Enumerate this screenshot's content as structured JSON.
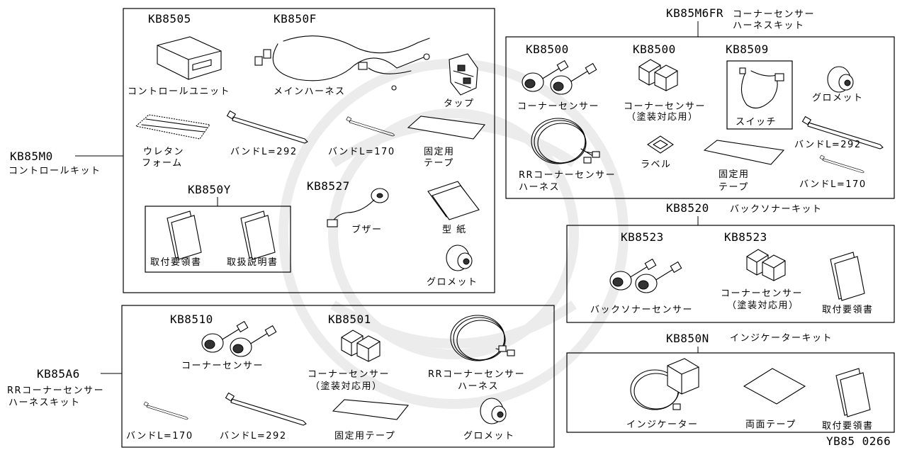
{
  "footer_code": "YB85 0266",
  "kits": {
    "control_kit": {
      "code": "KB85M0",
      "name": "コントロールキット",
      "parts": {
        "control_unit": {
          "code": "KB8505",
          "name": "コントロールユニット"
        },
        "main_harness": {
          "code": "KB850F",
          "name": "メインハーネス"
        },
        "tap": {
          "name": "タップ"
        },
        "urethane_line1": "ウレタン",
        "urethane_line2": "フォーム",
        "band_292": "バンドL=292",
        "band_170": "バンドL=170",
        "fixing_tape_line1": "固定用",
        "fixing_tape_line2": "テープ",
        "docs_kit": {
          "code": "KB850Y",
          "install_manual": "取付要領書",
          "owner_manual": "取扱説明書"
        },
        "buzzer": {
          "code": "KB8527",
          "name": "ブザー"
        },
        "template": "型 紙",
        "grommet": "グロメット"
      }
    },
    "fr_harness_kit": {
      "code": "KB85M6FR",
      "name_line1": "コーナーセンサー",
      "name_line2": "ハーネスキット",
      "parts": {
        "corner_sensor": {
          "code": "KB8500",
          "name": "コーナーセンサー"
        },
        "corner_sensor_paint": {
          "code": "KB8500",
          "name_line1": "コーナーセンサー",
          "name_line2": "（塗装対応用）"
        },
        "switch": {
          "code": "KB8509",
          "name": "スイッチ"
        },
        "grommet": "グロメット",
        "band_292": "バンドL=292",
        "rr_harness_line1": "RRコーナーセンサー",
        "rr_harness_line2": "ハーネス",
        "label": "ラベル",
        "fixing_tape_line1": "固定用",
        "fixing_tape_line2": "テープ",
        "band_170": "バンドL=170"
      }
    },
    "back_sonar_kit": {
      "code": "KB8520",
      "name": "バックソナーキット",
      "parts": {
        "back_sonar_sensor": {
          "code": "KB8523",
          "name": "バックソナーセンサー"
        },
        "corner_sensor_paint": {
          "code": "KB8523",
          "name_line1": "コーナーセンサー",
          "name_line2": "（塗装対応用）"
        },
        "install_manual": "取付要領書"
      }
    },
    "indicator_kit": {
      "code": "KB850N",
      "name": "インジケーターキット",
      "parts": {
        "indicator": "インジケーター",
        "double_tape": "両面テープ",
        "install_manual": "取付要領書"
      }
    },
    "rr_harness_kit": {
      "code": "KB85A6",
      "name_line1": "RRコーナーセンサー",
      "name_line2": "ハーネスキット",
      "parts": {
        "corner_sensor": {
          "code": "KB8510",
          "name": "コーナーセンサー"
        },
        "corner_sensor_paint": {
          "code": "KB8501",
          "name_line1": "コーナーセンサー",
          "name_line2": "（塗装対応用）"
        },
        "rr_harness_line1": "RRコーナーセンサー",
        "rr_harness_line2": "ハーネス",
        "band_170": "バンドL=170",
        "band_292": "バンドL=292",
        "fixing_tape": "固定用テープ",
        "grommet": "グロメット"
      }
    }
  }
}
